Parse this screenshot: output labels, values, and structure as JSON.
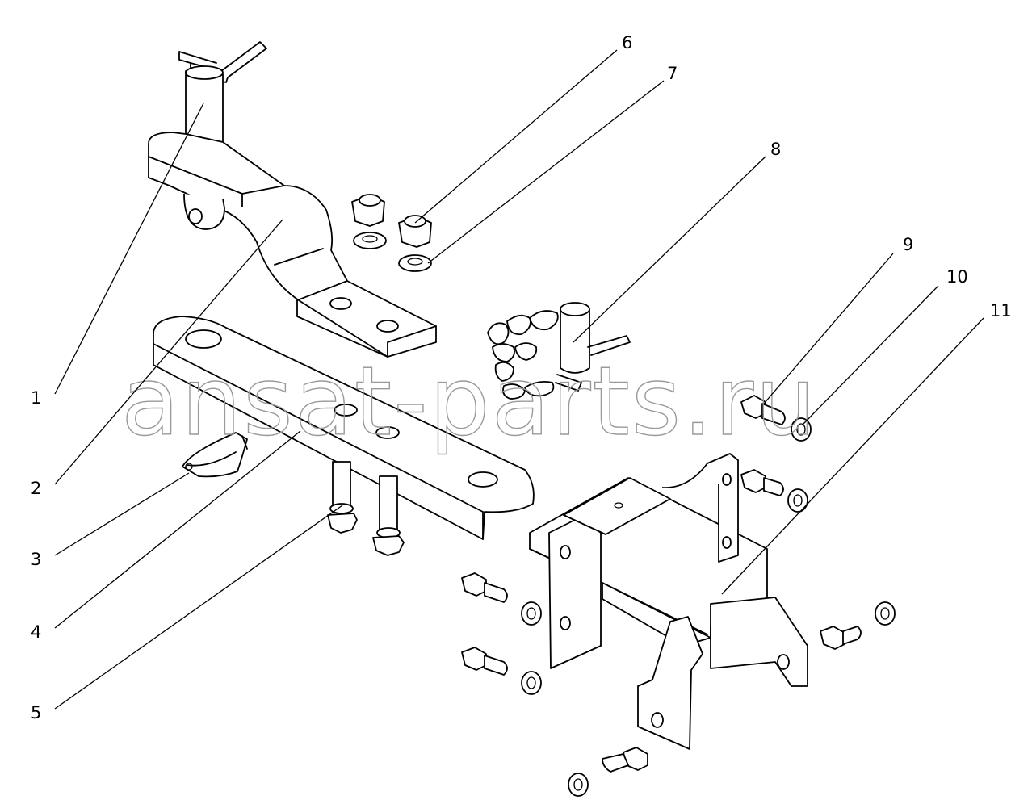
{
  "watermark": "ansat-parts.ru",
  "callouts": [
    {
      "id": "1",
      "label": "1"
    },
    {
      "id": "2",
      "label": "2"
    },
    {
      "id": "3",
      "label": "3"
    },
    {
      "id": "4",
      "label": "4"
    },
    {
      "id": "5",
      "label": "5"
    },
    {
      "id": "6",
      "label": "6"
    },
    {
      "id": "7",
      "label": "7"
    },
    {
      "id": "8",
      "label": "8"
    },
    {
      "id": "9",
      "label": "9"
    },
    {
      "id": "10",
      "label": "10"
    },
    {
      "id": "11",
      "label": "11"
    }
  ]
}
